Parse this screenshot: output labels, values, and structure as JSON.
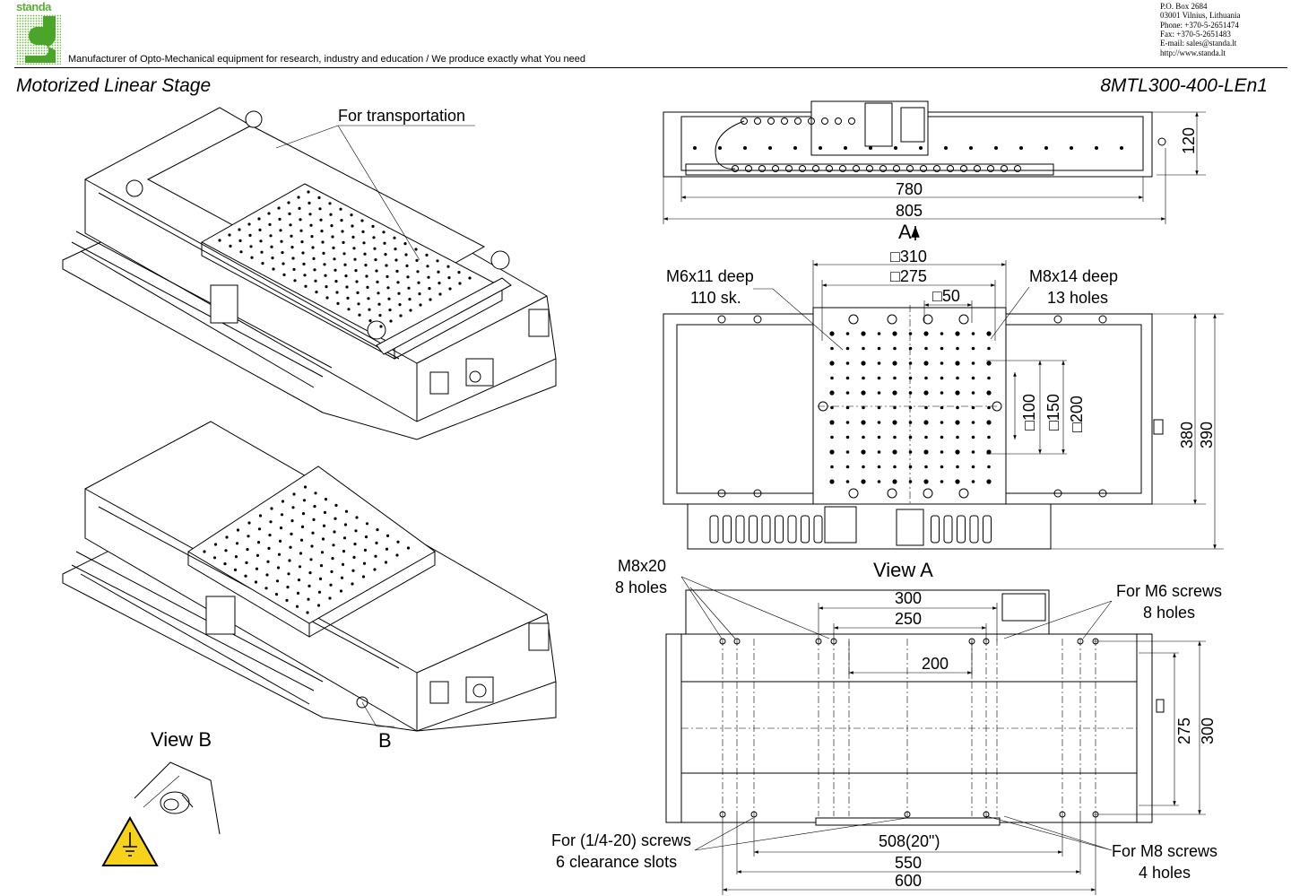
{
  "header": {
    "brand": "standa",
    "tagline": "Manufacturer of Opto-Mechanical equipment for research, industry and education / We produce exactly what You need",
    "contact": [
      "P.O. Box 2684",
      "03001 Vilnius, Lithuania",
      "Phone: +370-5-2651474",
      "Fax: +370-5-2651483",
      "E-mail: sales@standa.lt",
      "http://www.standa.lt"
    ]
  },
  "titles": {
    "left": "Motorized Linear Stage",
    "right": "8MTL300-400-LEn1"
  },
  "labels": {
    "for_transportation": "For transportation",
    "view_b": "View B",
    "b_marker": "B",
    "view_a": "View A",
    "a_arrow": "A",
    "m6_line1": "M6x11 deep",
    "m6_line2": "110 sk.",
    "m8_line1": "M8x14 deep",
    "m8_line2": "13 holes",
    "m8x20_line1": "M8x20",
    "m8x20_line2": "8 holes",
    "m6screws_line1": "For M6 screws",
    "m6screws_line2": "8 holes",
    "quarter_line1": "For (1/4-20) screws",
    "quarter_line2": "6 clearance slots",
    "m8screws_line1": "For M8 screws",
    "m8screws_line2": "4 holes"
  },
  "dimensions": {
    "top_height": "120",
    "d780": "780",
    "d805": "805",
    "sq310": "□310",
    "sq275": "□275",
    "sq50": "□50",
    "sq100": "□100",
    "sq150": "□150",
    "sq200": "□200",
    "d380": "380",
    "d390": "390",
    "d300a": "300",
    "d250": "250",
    "d200": "200",
    "d275": "275",
    "d300b": "300",
    "d508": "508(20\")",
    "d550": "550",
    "d600": "600"
  }
}
